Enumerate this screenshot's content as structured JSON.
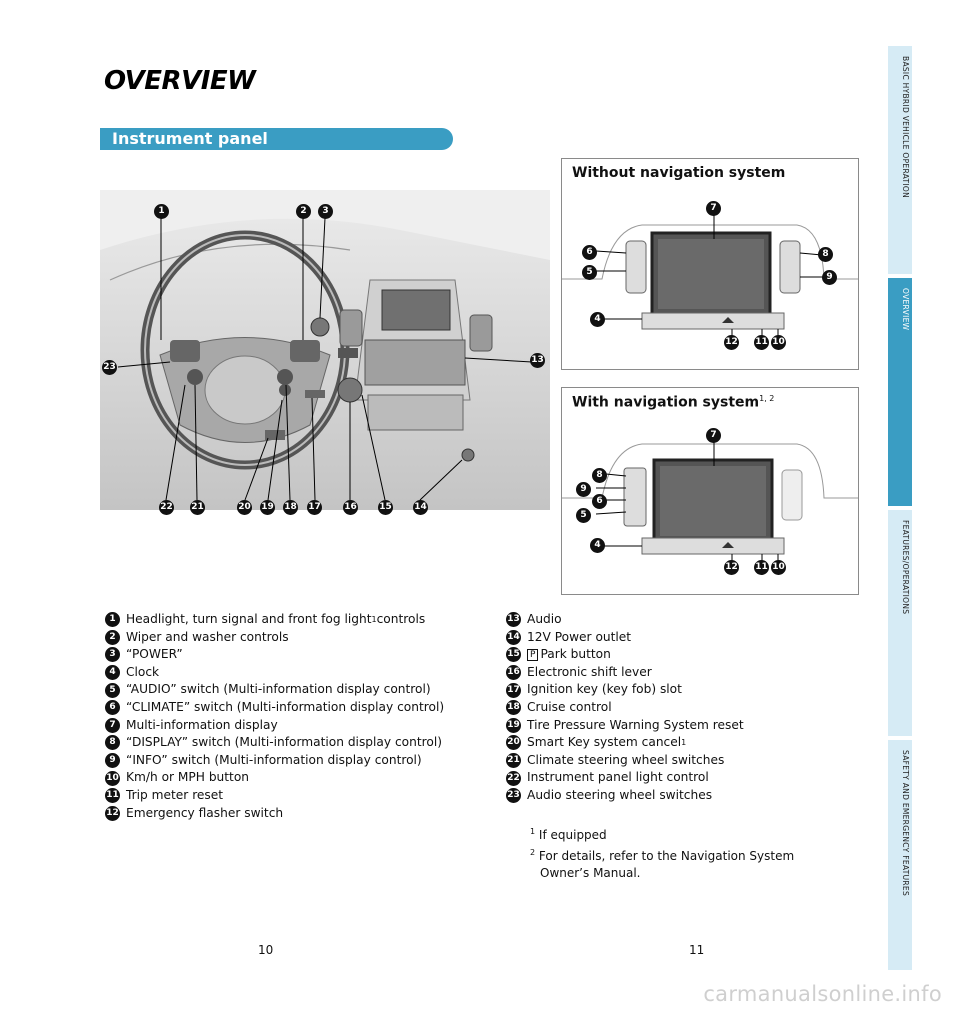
{
  "page": {
    "title": "OVERVIEW",
    "section": "Instrument panel",
    "page_left": "10",
    "page_right": "11",
    "watermark": "carmanualsonline.info"
  },
  "side_tabs": [
    {
      "label": "BASIC HYBRID VEHICLE OPERATION",
      "active": false
    },
    {
      "label": "OVERVIEW",
      "active": true
    },
    {
      "label": "FEATURES/OPERATIONS",
      "active": false
    },
    {
      "label": "SAFETY AND EMERGENCY FEATURES",
      "active": false
    }
  ],
  "colors": {
    "accent": "#3a9dc3",
    "tab_inactive": "#d6ebf5"
  },
  "diagrams": {
    "without_nav": {
      "title": "Without navigation system"
    },
    "with_nav": {
      "title": "With navigation system",
      "sup": "1, 2"
    }
  },
  "list_left": [
    {
      "n": "1",
      "text": "Headlight, turn signal and front fog light",
      "sup": "1",
      "after": " controls"
    },
    {
      "n": "2",
      "text": "Wiper and washer controls"
    },
    {
      "n": "3",
      "text": "“POWER”"
    },
    {
      "n": "4",
      "text": "Clock"
    },
    {
      "n": "5",
      "text": "“AUDIO” switch (Multi-information display control)"
    },
    {
      "n": "6",
      "text": "“CLIMATE” switch (Multi-information display control)"
    },
    {
      "n": "7",
      "text": "Multi-information display"
    },
    {
      "n": "8",
      "text": "“DISPLAY” switch (Multi-information display control)"
    },
    {
      "n": "9",
      "text": "“INFO” switch (Multi-information display control)"
    },
    {
      "n": "10",
      "text": "Km/h or MPH button"
    },
    {
      "n": "11",
      "text": "Trip meter reset"
    },
    {
      "n": "12",
      "text": "Emergency flasher switch"
    }
  ],
  "list_right": [
    {
      "n": "13",
      "text": "Audio"
    },
    {
      "n": "14",
      "text": "12V Power outlet"
    },
    {
      "n": "15",
      "pbox": "P",
      "text": "Park button"
    },
    {
      "n": "16",
      "text": "Electronic shift lever"
    },
    {
      "n": "17",
      "text": "Ignition key (key fob) slot"
    },
    {
      "n": "18",
      "text": "Cruise control"
    },
    {
      "n": "19",
      "text": "Tire Pressure Warning System reset"
    },
    {
      "n": "20",
      "text": "Smart Key system cancel",
      "sup": "1"
    },
    {
      "n": "21",
      "text": "Climate steering wheel switches"
    },
    {
      "n": "22",
      "text": "Instrument panel light control"
    },
    {
      "n": "23",
      "text": "Audio steering wheel switches"
    }
  ],
  "footnotes": [
    {
      "sup": "1",
      "text": "If equipped"
    },
    {
      "sup": "2",
      "text": "For details, refer to the Navigation System"
    },
    {
      "sup": "",
      "text": "Owner’s Manual."
    }
  ]
}
